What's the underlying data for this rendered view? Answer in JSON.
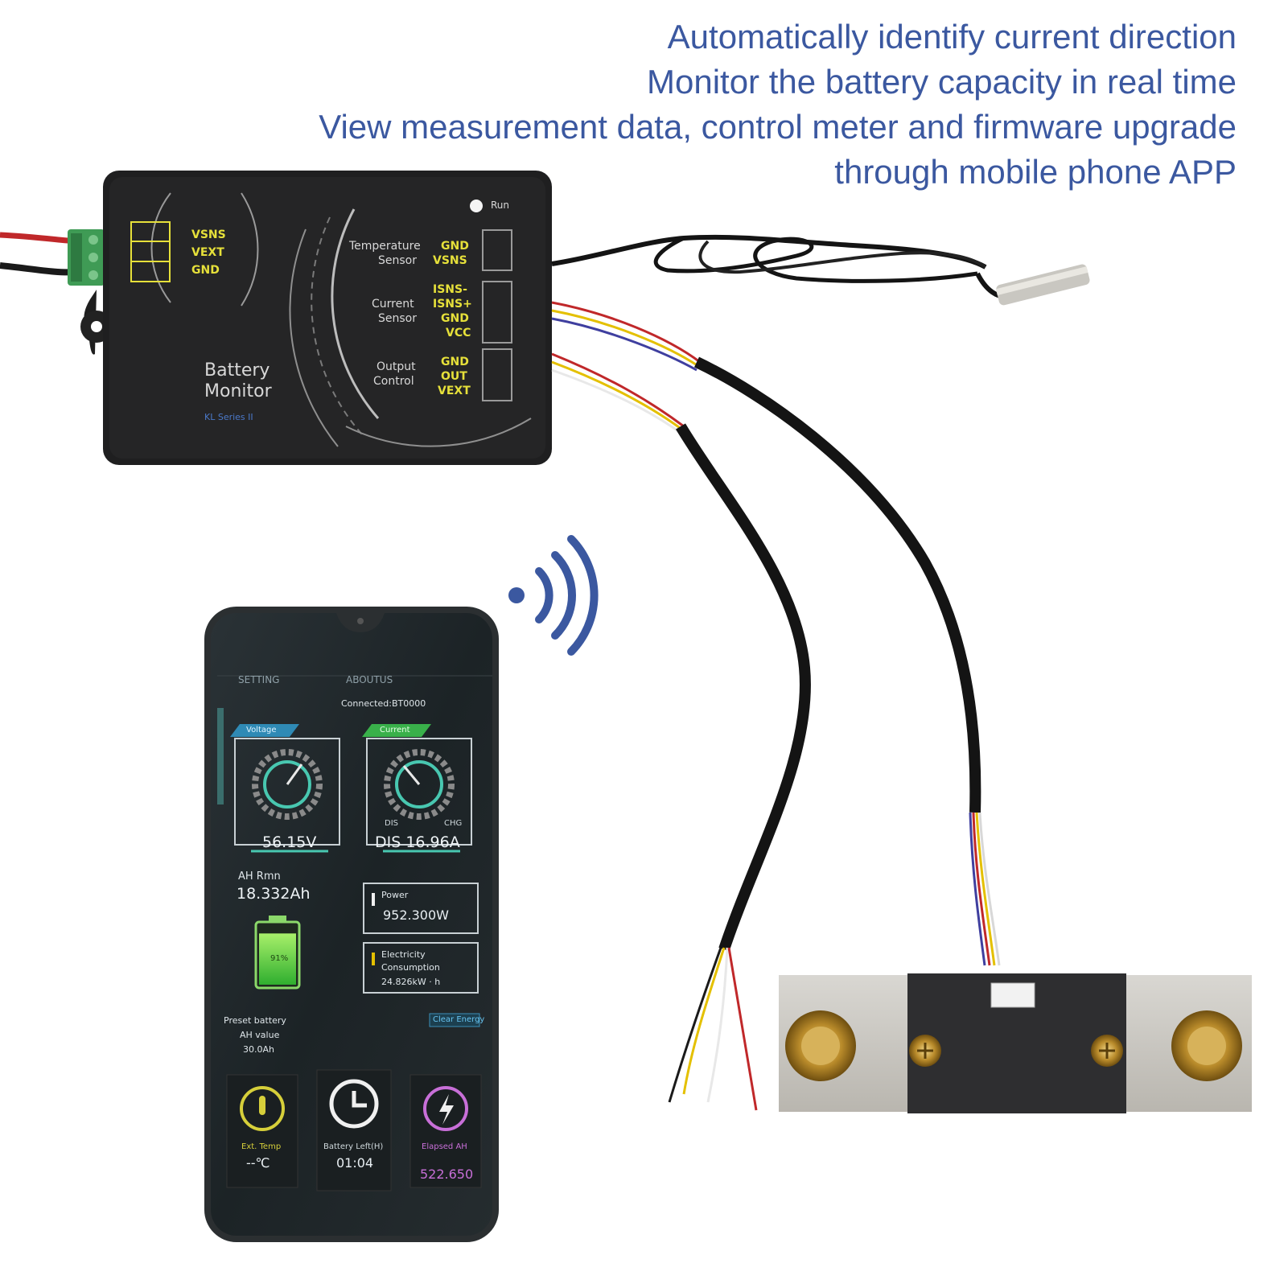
{
  "headline": {
    "lines": [
      "Automatically identify current direction",
      "Monitor the battery capacity in real time",
      "View measurement data, control meter and firmware upgrade",
      "through mobile phone APP"
    ],
    "color": "#3b58a0"
  },
  "device": {
    "brand_line1": "Battery",
    "brand_line2": "Monitor",
    "series": "KL Series II",
    "run_label": "Run",
    "left_pins": [
      "VSNS",
      "VEXT",
      "GND"
    ],
    "groups": [
      {
        "label_line1": "Temperature",
        "label_line2": "Sensor",
        "pins": [
          "GND",
          "VSNS"
        ]
      },
      {
        "label_line1": "Current",
        "label_line2": "Sensor",
        "pins": [
          "ISNS-",
          "ISNS+",
          "GND",
          "VCC"
        ]
      },
      {
        "label_line1": "Output",
        "label_line2": "Control",
        "pins": [
          "GND",
          "OUT",
          "VEXT"
        ]
      }
    ]
  },
  "phone": {
    "tabs": [
      "SETTING",
      "ABOUTUS"
    ],
    "connected": "Connected:BT0000",
    "voltage_title": "Voltage",
    "voltage_value": "56.15V",
    "current_title": "Current",
    "current_dis": "DIS",
    "current_chg": "CHG",
    "current_value": "DIS 16.96A",
    "ah_label": "AH Rmn",
    "ah_value": "18.332Ah",
    "battery_percent": "91%",
    "battery_level": 0.91,
    "power_label": "Power",
    "power_value": "952.300W",
    "elec_label_1": "Electricity",
    "elec_label_2": "Consumption",
    "elec_value": "24.826kW · h",
    "preset_1": "Preset battery",
    "preset_2": "AH value",
    "preset_3": "30.0Ah",
    "clear_button": "Clear Energy",
    "cards": [
      {
        "label": "Ext. Temp",
        "value": "--℃",
        "icon": "thermometer-icon"
      },
      {
        "label": "Battery Left(H)",
        "value": "01:04",
        "icon": "clock-icon"
      },
      {
        "label": "Elapsed AH",
        "value": "522.650",
        "icon": "lightning-icon"
      }
    ]
  }
}
